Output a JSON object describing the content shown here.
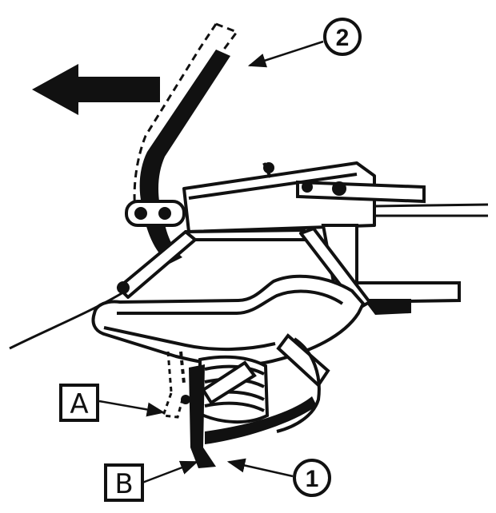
{
  "diagram": {
    "callouts": [
      {
        "id": "callout-1",
        "label": "1"
      },
      {
        "id": "callout-2",
        "label": "2"
      }
    ],
    "boxed_labels": [
      {
        "id": "label-a",
        "label": "A"
      },
      {
        "id": "label-b",
        "label": "B"
      }
    ],
    "direction_arrow": "left",
    "colors": {
      "ink": "#111111",
      "paper": "#ffffff"
    }
  }
}
